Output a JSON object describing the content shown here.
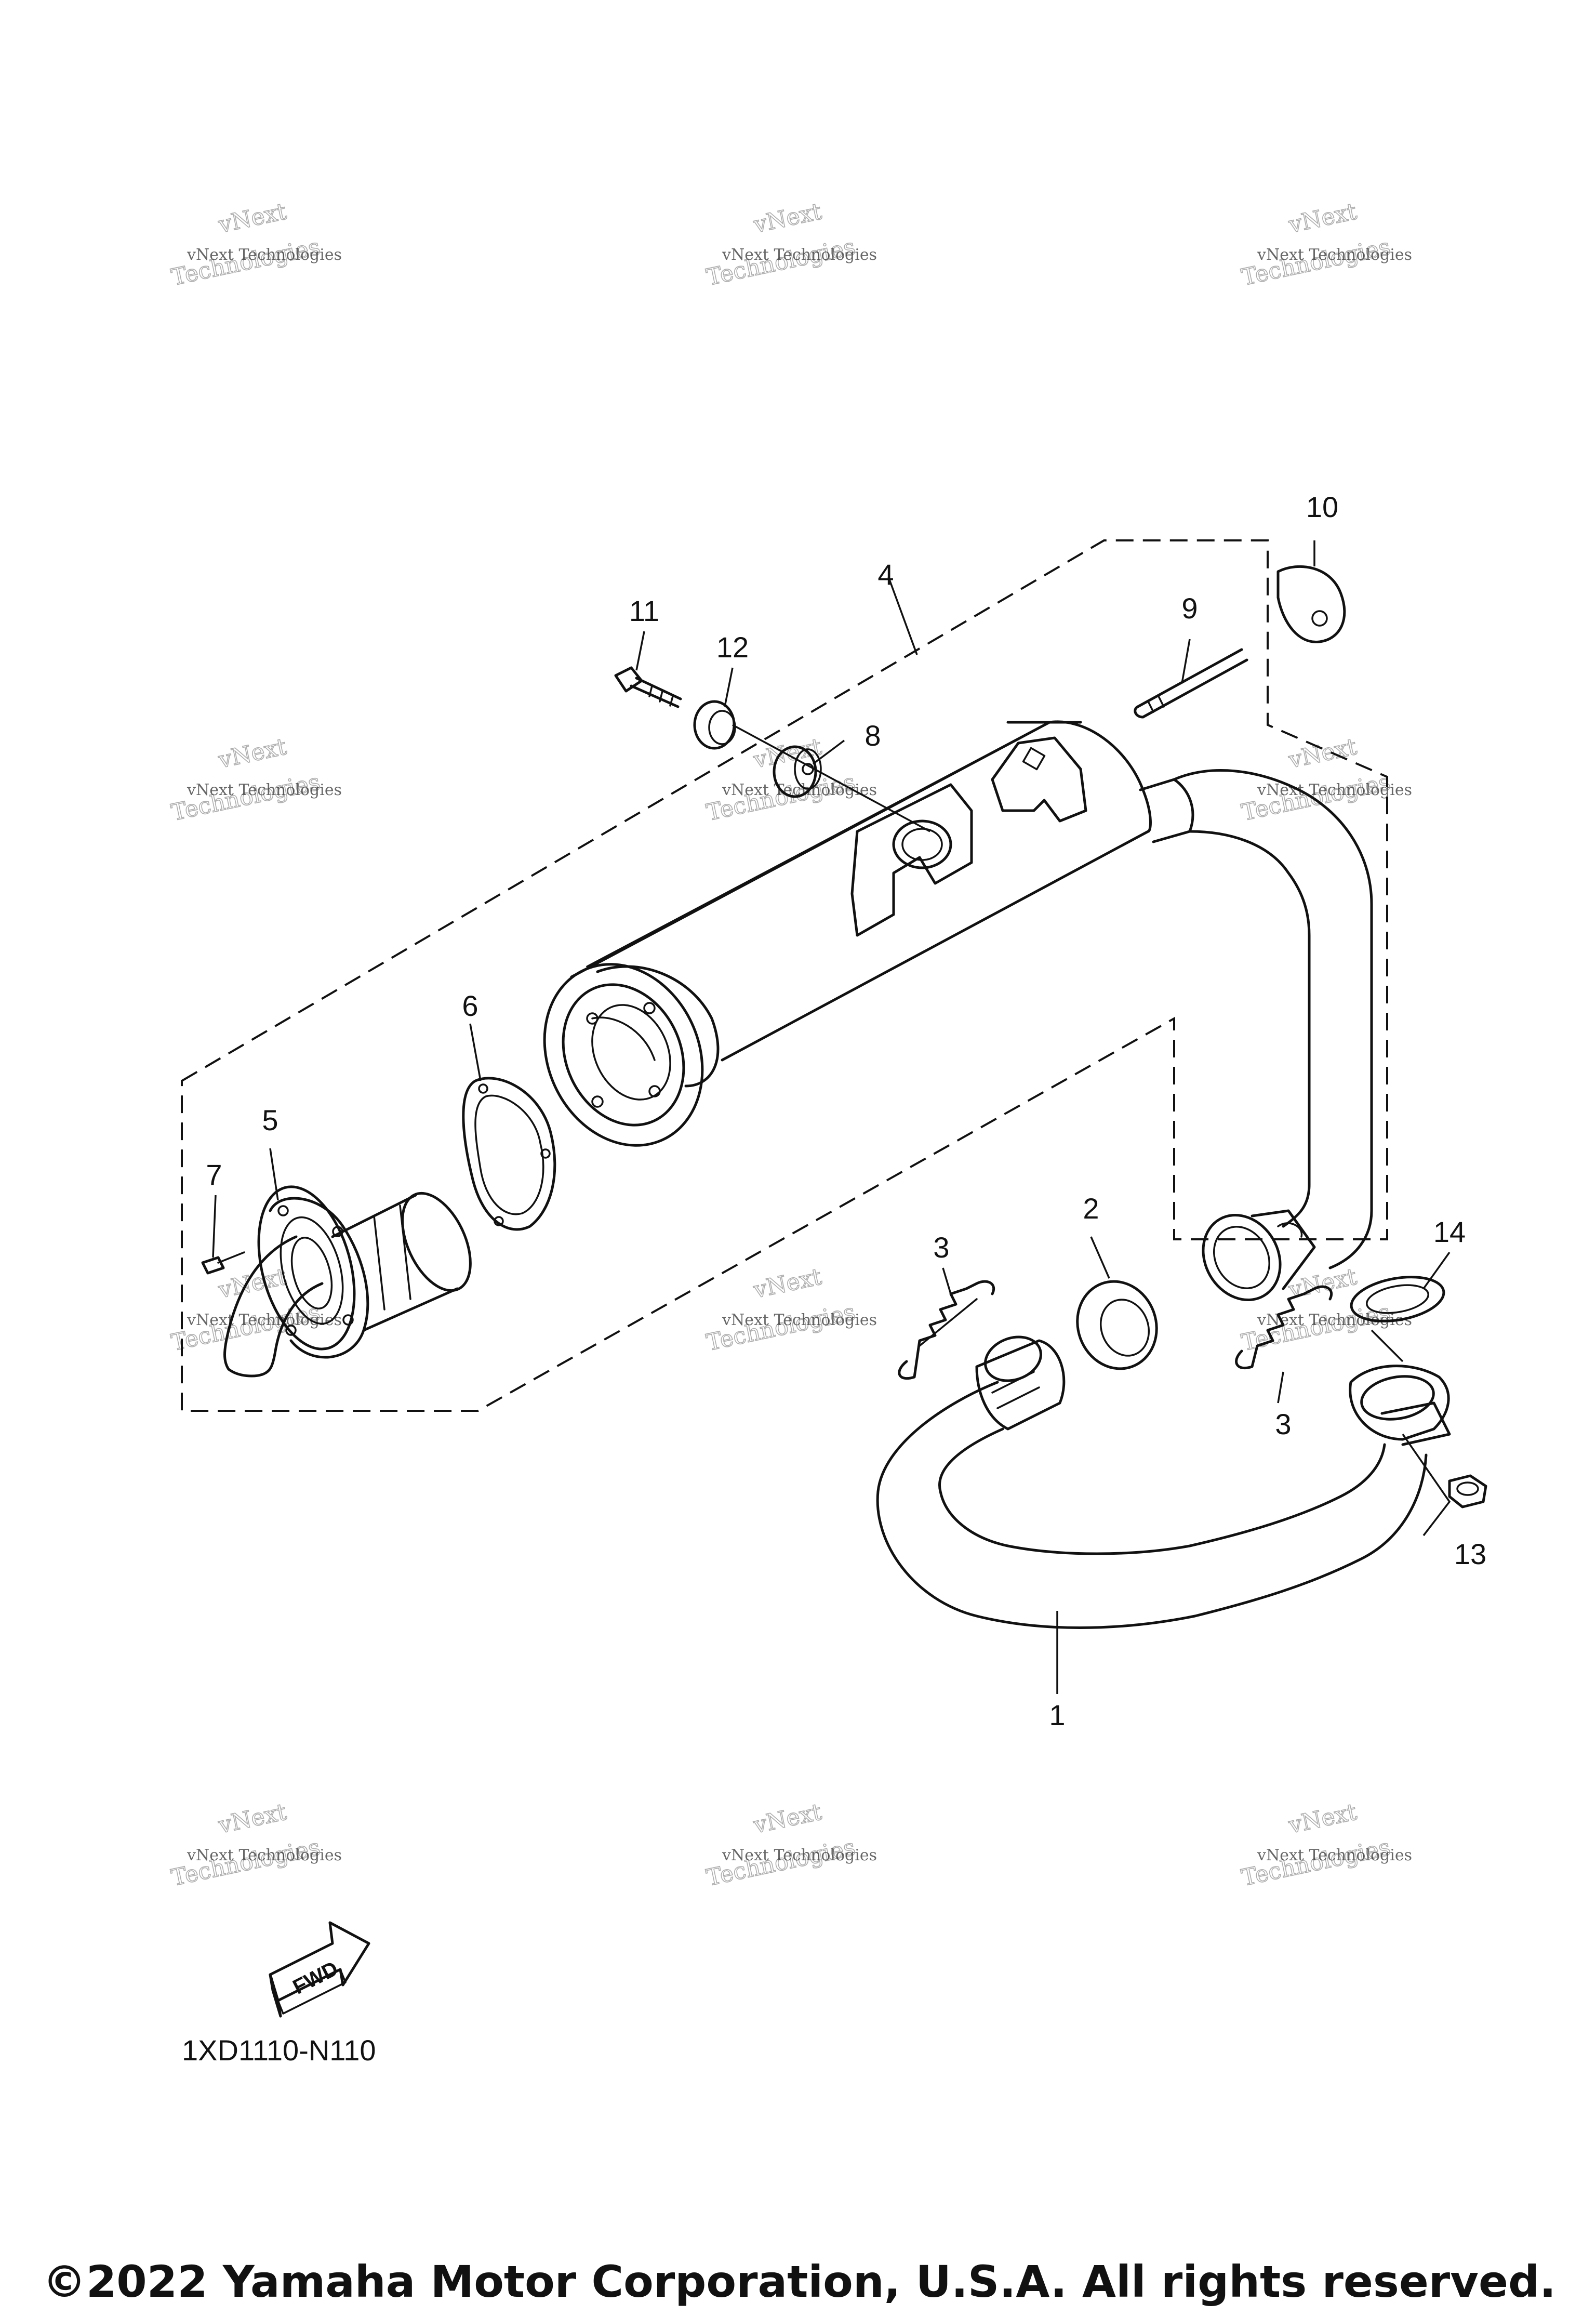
{
  "diagram": {
    "callouts": [
      {
        "id": "p1",
        "label": "1"
      },
      {
        "id": "p2",
        "label": "2"
      },
      {
        "id": "p3a",
        "label": "3"
      },
      {
        "id": "p3b",
        "label": "3"
      },
      {
        "id": "p4",
        "label": "4"
      },
      {
        "id": "p5",
        "label": "5"
      },
      {
        "id": "p6",
        "label": "6"
      },
      {
        "id": "p7",
        "label": "7"
      },
      {
        "id": "p8",
        "label": "8"
      },
      {
        "id": "p9",
        "label": "9"
      },
      {
        "id": "p10",
        "label": "10"
      },
      {
        "id": "p11",
        "label": "11"
      },
      {
        "id": "p12",
        "label": "12"
      },
      {
        "id": "p13",
        "label": "13"
      },
      {
        "id": "p14",
        "label": "14"
      }
    ],
    "fwd_label": "FWD",
    "diagram_code": "1XD1110-N110"
  },
  "watermark": {
    "line1": "vNext Technologies",
    "line2": "vNext",
    "line3": "Technologies"
  },
  "footer": {
    "copyright": "©2022 Yamaha Motor Corporation, U.S.A. All rights reserved."
  }
}
